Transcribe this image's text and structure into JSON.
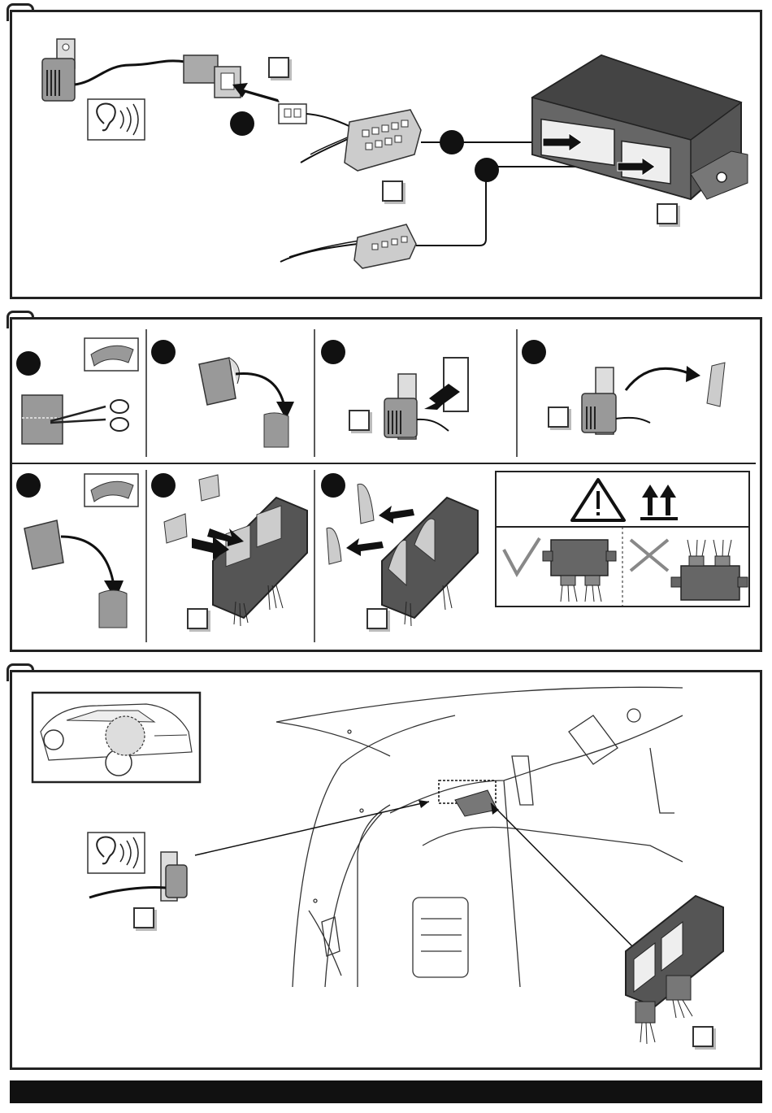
{
  "document": {
    "type": "installation-instructions",
    "panels": [
      {
        "id": "wiring",
        "description_icons": [
          "buzzer-icon",
          "ear-sound-icon",
          "connector-icon",
          "control-unit-icon"
        ]
      },
      {
        "id": "adhesive-mounting",
        "steps": 7
      },
      {
        "id": "vehicle-location"
      }
    ],
    "warning": {
      "icons": [
        "warning-triangle-icon",
        "this-way-up-icon",
        "check-icon",
        "cross-icon"
      ]
    },
    "colors": {
      "ink": "#222222",
      "unit_fill": "#555555",
      "footer": "#111111",
      "label_shadow": "#bbbbbb"
    }
  }
}
